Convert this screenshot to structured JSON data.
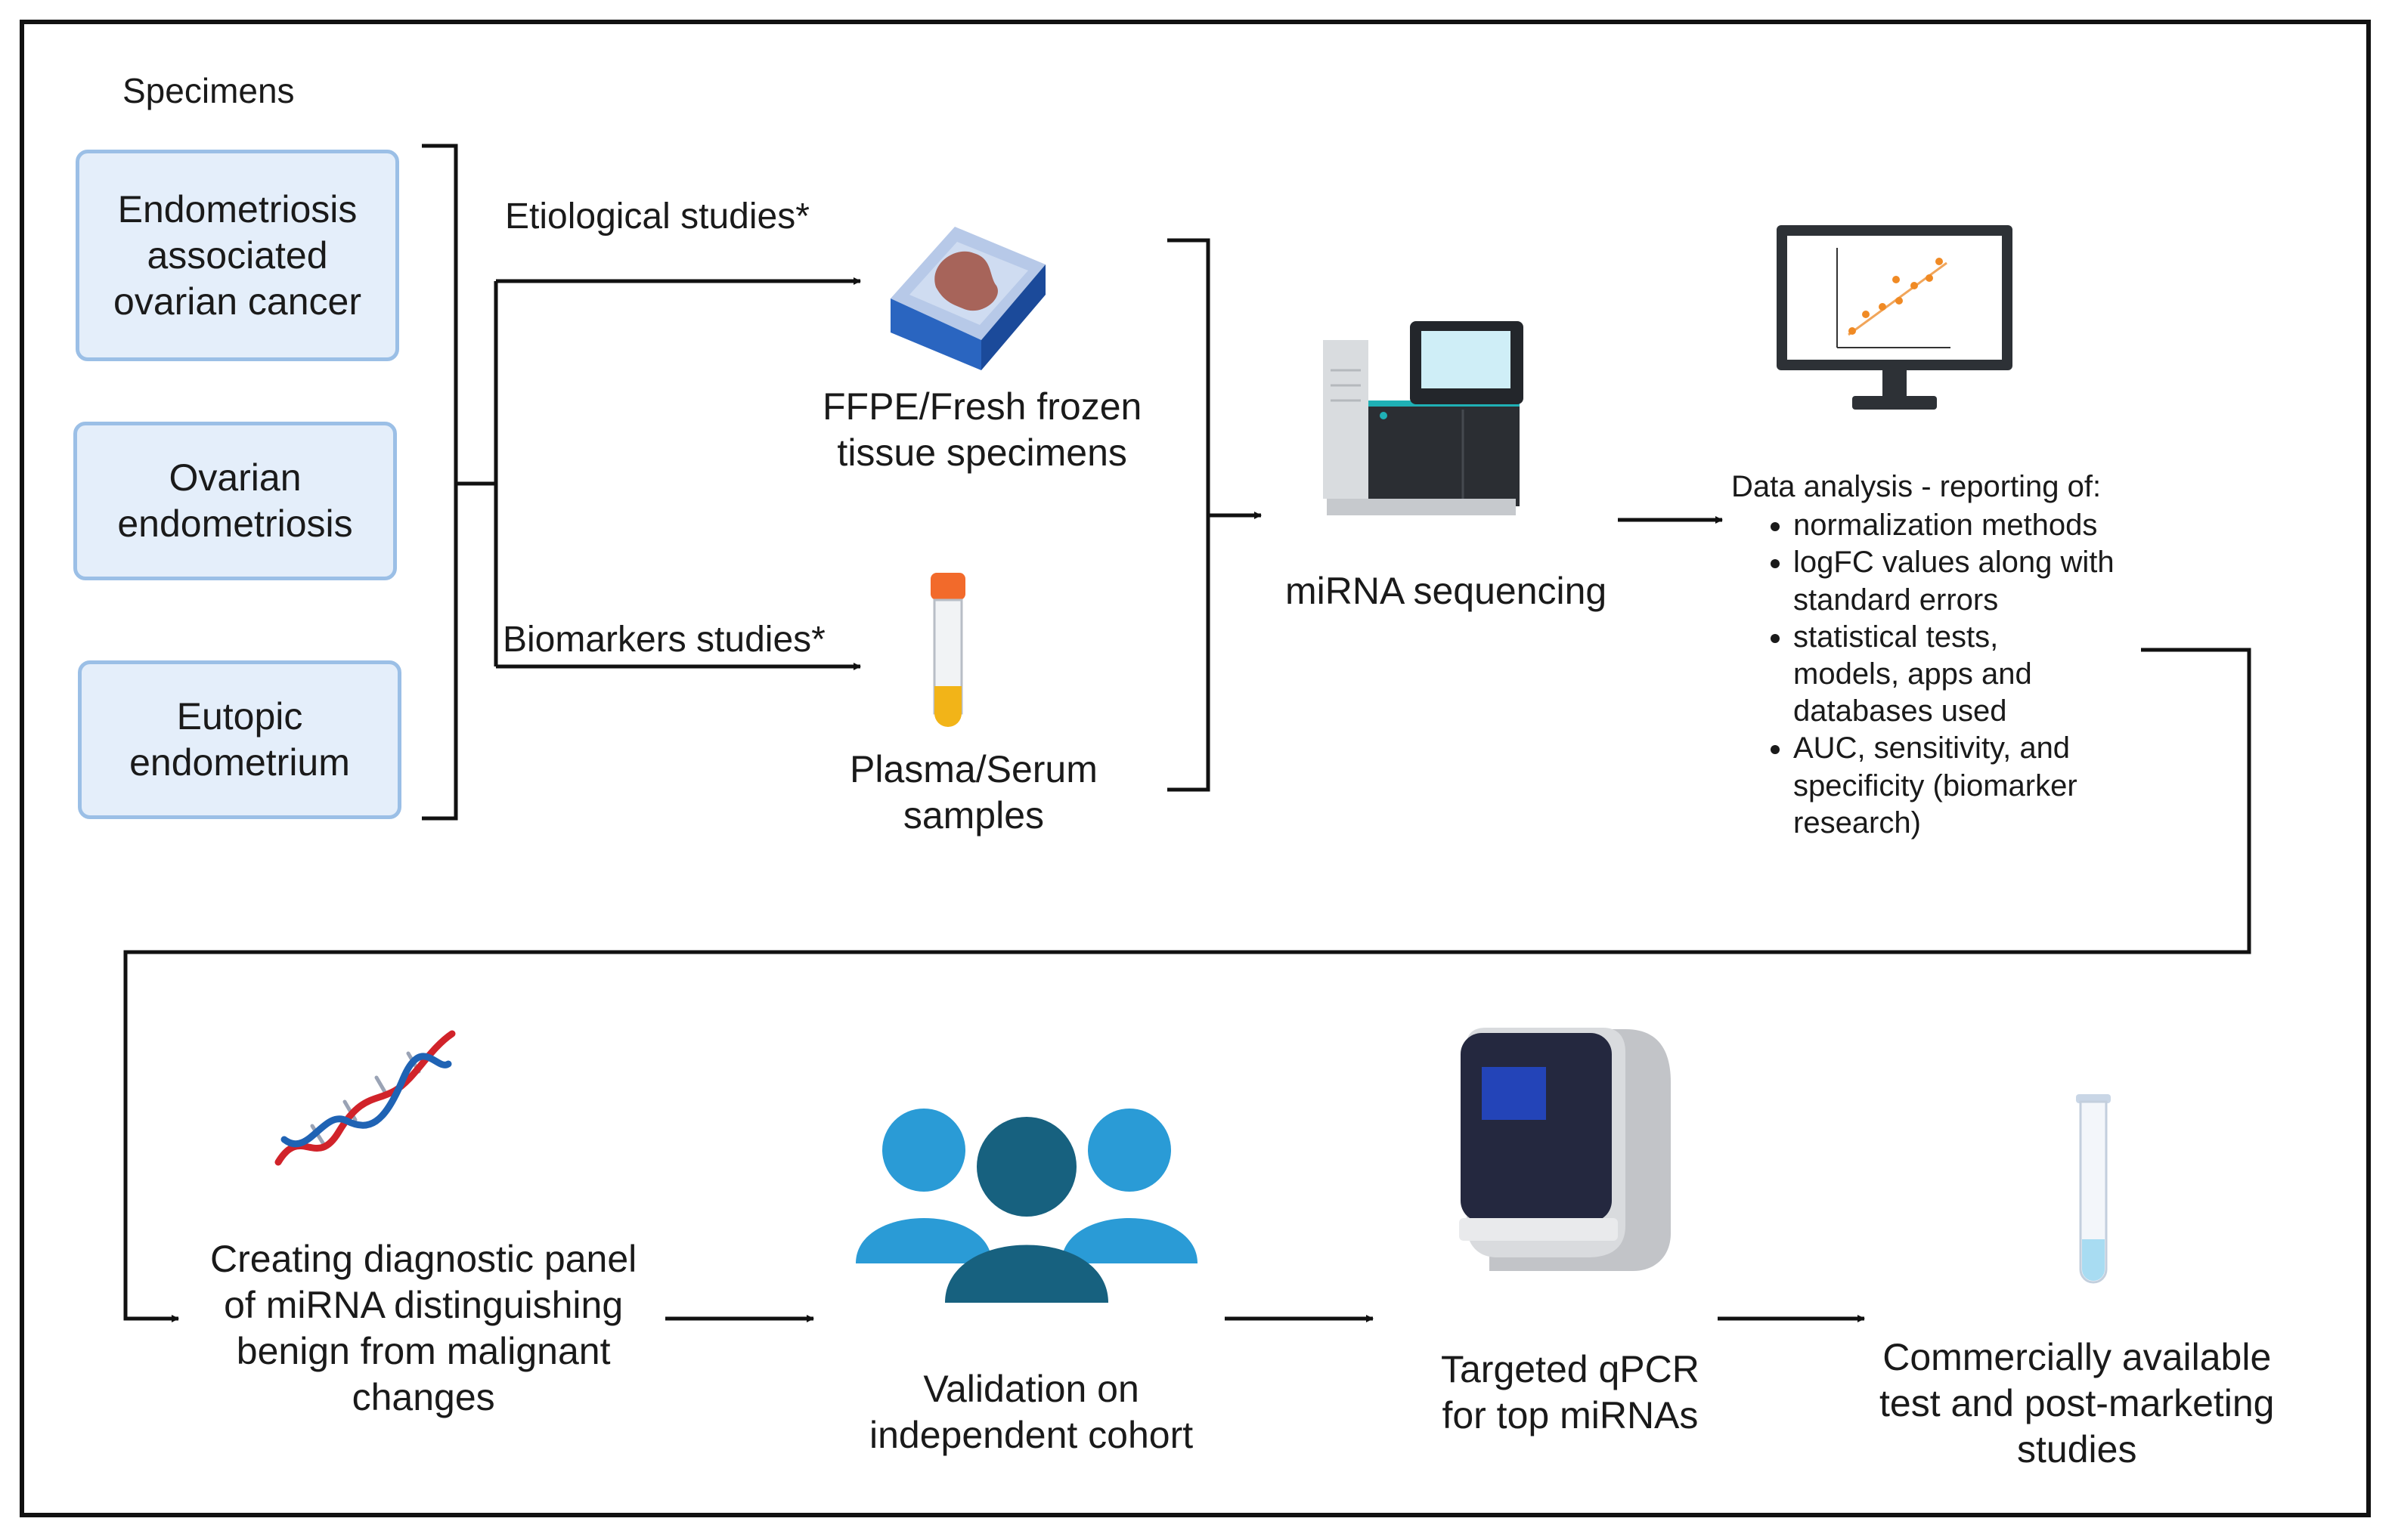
{
  "specimens": {
    "title": "Specimens",
    "boxes": [
      {
        "lines": [
          "Endometriosis",
          "associated",
          "ovarian cancer"
        ]
      },
      {
        "lines": [
          "Ovarian",
          "endometriosis"
        ]
      },
      {
        "lines": [
          "Eutopic",
          "endometrium"
        ]
      }
    ]
  },
  "branches": {
    "etiological": "Etiological studies*",
    "biomarkers": "Biomarkers studies*"
  },
  "samples": {
    "tissue": [
      "FFPE/Fresh frozen",
      "tissue specimens"
    ],
    "plasma": [
      "Plasma/Serum",
      "samples"
    ]
  },
  "sequencing": {
    "label": "miRNA sequencing"
  },
  "analysis": {
    "title": "Data analysis - reporting of:",
    "items": [
      [
        "normalization methods"
      ],
      [
        "logFC values along with",
        "standard errors"
      ],
      [
        "statistical tests,",
        "models, apps and",
        "databases used"
      ],
      [
        "AUC, sensitivity, and",
        "specificity (biomarker",
        "research)"
      ]
    ]
  },
  "bottom": {
    "panel": [
      "Creating diagnostic panel",
      "of miRNA distinguishing",
      "benign from malignant",
      "changes"
    ],
    "validation": [
      "Validation on",
      "independent cohort"
    ],
    "qpcr": [
      "Targeted qPCR",
      "for top miRNAs"
    ],
    "commercial": [
      "Commercially available",
      "test and post-marketing",
      "studies"
    ]
  },
  "colors": {
    "box_fill": "#e4eefa",
    "box_border": "#9bbfe6",
    "people_light": "#2a9bd6",
    "people_dark": "#17617f",
    "dna_red": "#d1232a",
    "dna_blue": "#1f63b4",
    "scatter_points": "#f08a24"
  },
  "icons": [
    "tissue-cassette-icon",
    "blood-tube-icon",
    "sequencer-icon",
    "monitor-chart-icon",
    "dna-icon",
    "people-group-icon",
    "qpcr-machine-icon",
    "test-tube-icon"
  ]
}
